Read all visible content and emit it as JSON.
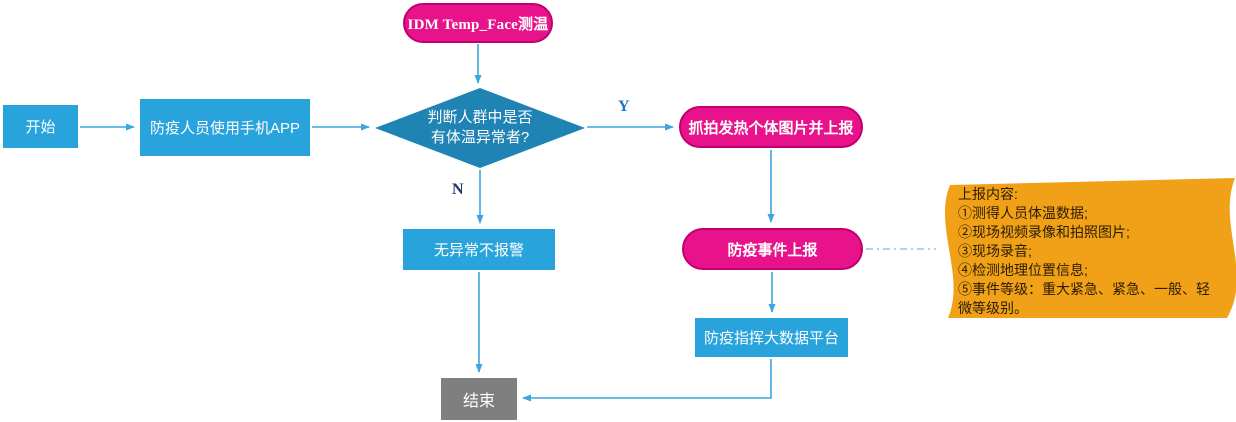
{
  "nodes": {
    "idm": {
      "label": "IDM Temp_Face测温"
    },
    "start": {
      "label": "开始"
    },
    "app": {
      "label": "防疫人员使用手机APP"
    },
    "decision": {
      "label_line1": "判断人群中是否",
      "label_line2": "有体温异常者?"
    },
    "capture": {
      "label": "抓拍发热个体图片并上报"
    },
    "no_alarm": {
      "label": "无异常不报警"
    },
    "report": {
      "label": "防疫事件上报"
    },
    "platform": {
      "label": "防疫指挥大数据平台"
    },
    "end": {
      "label": "结束"
    }
  },
  "edges": [
    {
      "from": "idm",
      "to": "decision",
      "label": ""
    },
    {
      "from": "start",
      "to": "app",
      "label": ""
    },
    {
      "from": "app",
      "to": "decision",
      "label": ""
    },
    {
      "from": "decision",
      "to": "capture",
      "label": "Y"
    },
    {
      "from": "decision",
      "to": "no_alarm",
      "label": "N"
    },
    {
      "from": "capture",
      "to": "report",
      "label": ""
    },
    {
      "from": "report",
      "to": "platform",
      "label": ""
    },
    {
      "from": "platform",
      "to": "end",
      "label": ""
    },
    {
      "from": "no_alarm",
      "to": "end",
      "label": ""
    },
    {
      "from": "report",
      "to": "callout",
      "label": "",
      "style": "dashed"
    }
  ],
  "callout": {
    "title": "上报内容:",
    "items": [
      "①测得人员体温数据;",
      "②现场视频录像和拍照图片;",
      "③现场录音;",
      "④检测地理位置信息;",
      "⑤事件等级：重大紧急、紧急、一般、轻微等级别。"
    ]
  },
  "colors": {
    "blue": "#29A3DC",
    "diamond": "#1F83B4",
    "pink": "#E8128A",
    "pink_border": "#C0006E",
    "orange": "#F0A117",
    "gray": "#7F7F7F",
    "arrow": "#3AA7DE",
    "dash": "#8FC6E8",
    "y_label": "#1F74BC",
    "n_label": "#1F3864",
    "callout_text": "#2B1D00"
  }
}
